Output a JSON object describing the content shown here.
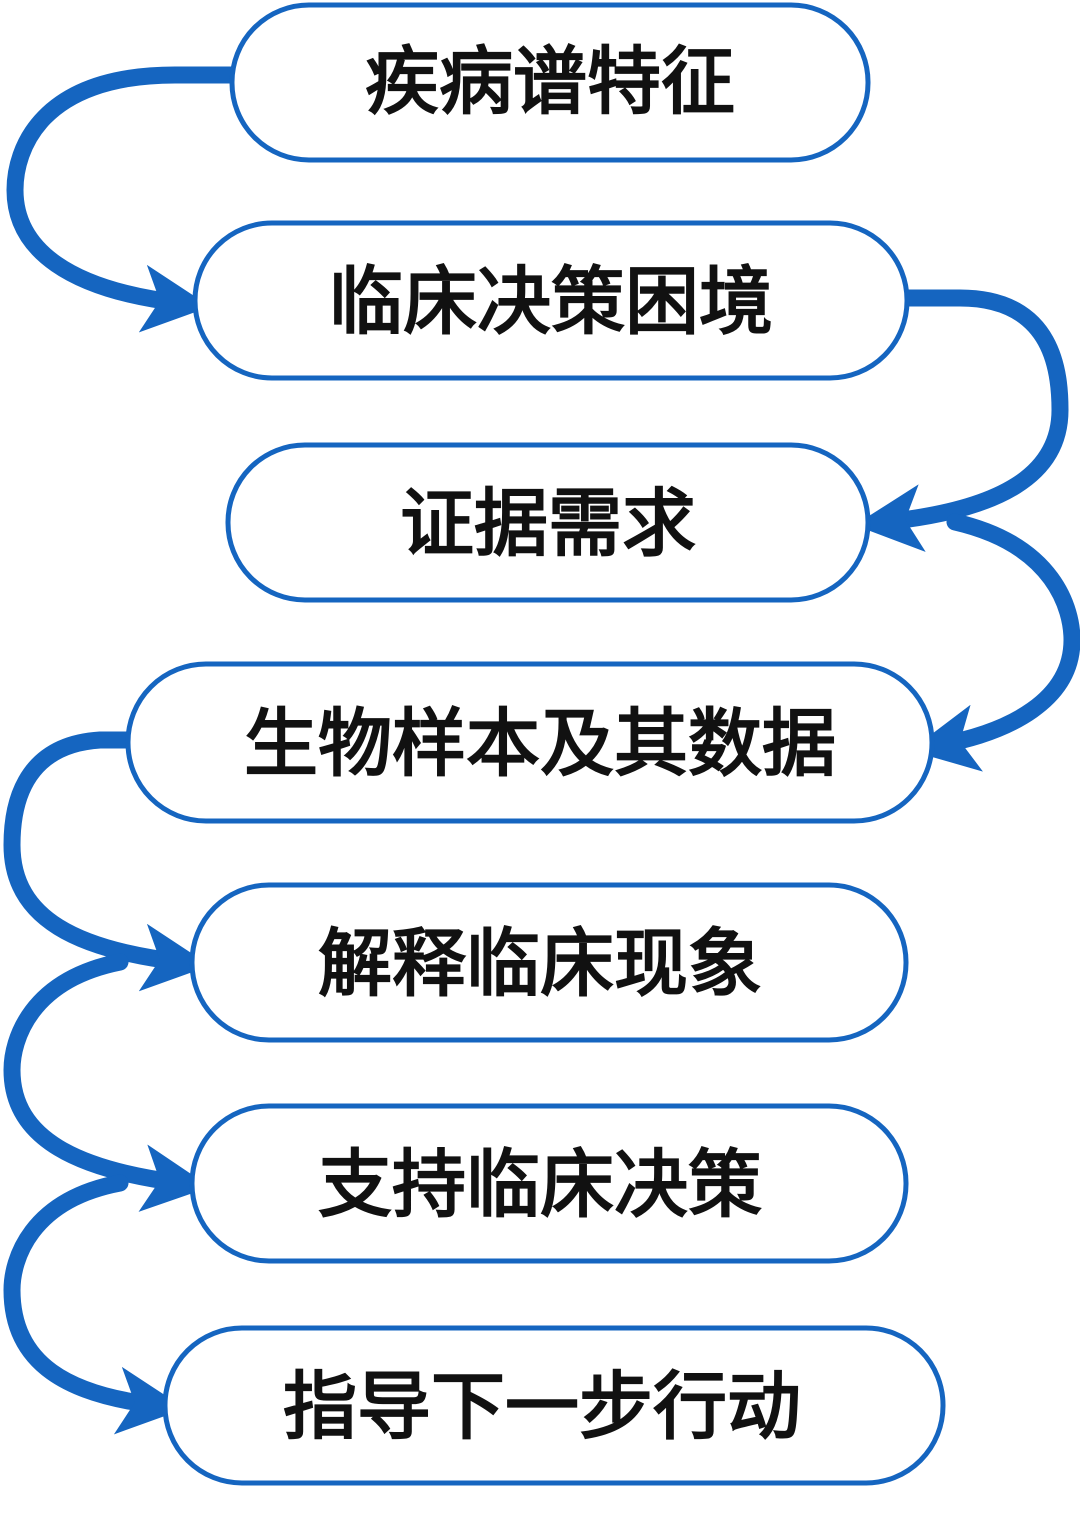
{
  "colors": {
    "accent": "#1565C0",
    "box_fill": "#FFFFFF",
    "text": "#111111",
    "background": "#FFFFFF"
  },
  "steps": [
    {
      "label": "疾病谱特征"
    },
    {
      "label": "临床决策困境"
    },
    {
      "label": "证据需求"
    },
    {
      "label": "生物样本及其数据"
    },
    {
      "label": "解释临床现象"
    },
    {
      "label": "支持临床决策"
    },
    {
      "label": "指导下一步行动"
    }
  ]
}
